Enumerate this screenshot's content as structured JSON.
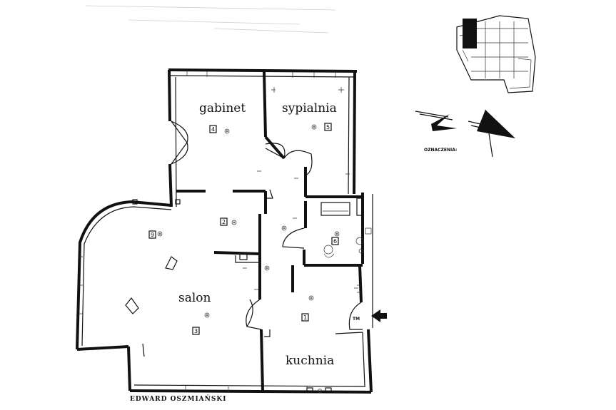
{
  "rooms": [
    {
      "label": "gabinet",
      "number": "4"
    },
    {
      "label": "sypialnia",
      "number": "5"
    },
    {
      "label": "salon",
      "number": "3"
    },
    {
      "label": "kuchnia",
      "number": "1"
    }
  ],
  "area_numbers": {
    "hall": "2",
    "bathroom": "6",
    "living_area": "9"
  },
  "legend_label": "OZNACZENIA:",
  "street_name": "EDWARD OSZMIAŃSKI",
  "fixture_label": "TM",
  "colors": {
    "ink": "#111111",
    "background": "#ffffff",
    "key_plan_highlight": "#111111"
  }
}
